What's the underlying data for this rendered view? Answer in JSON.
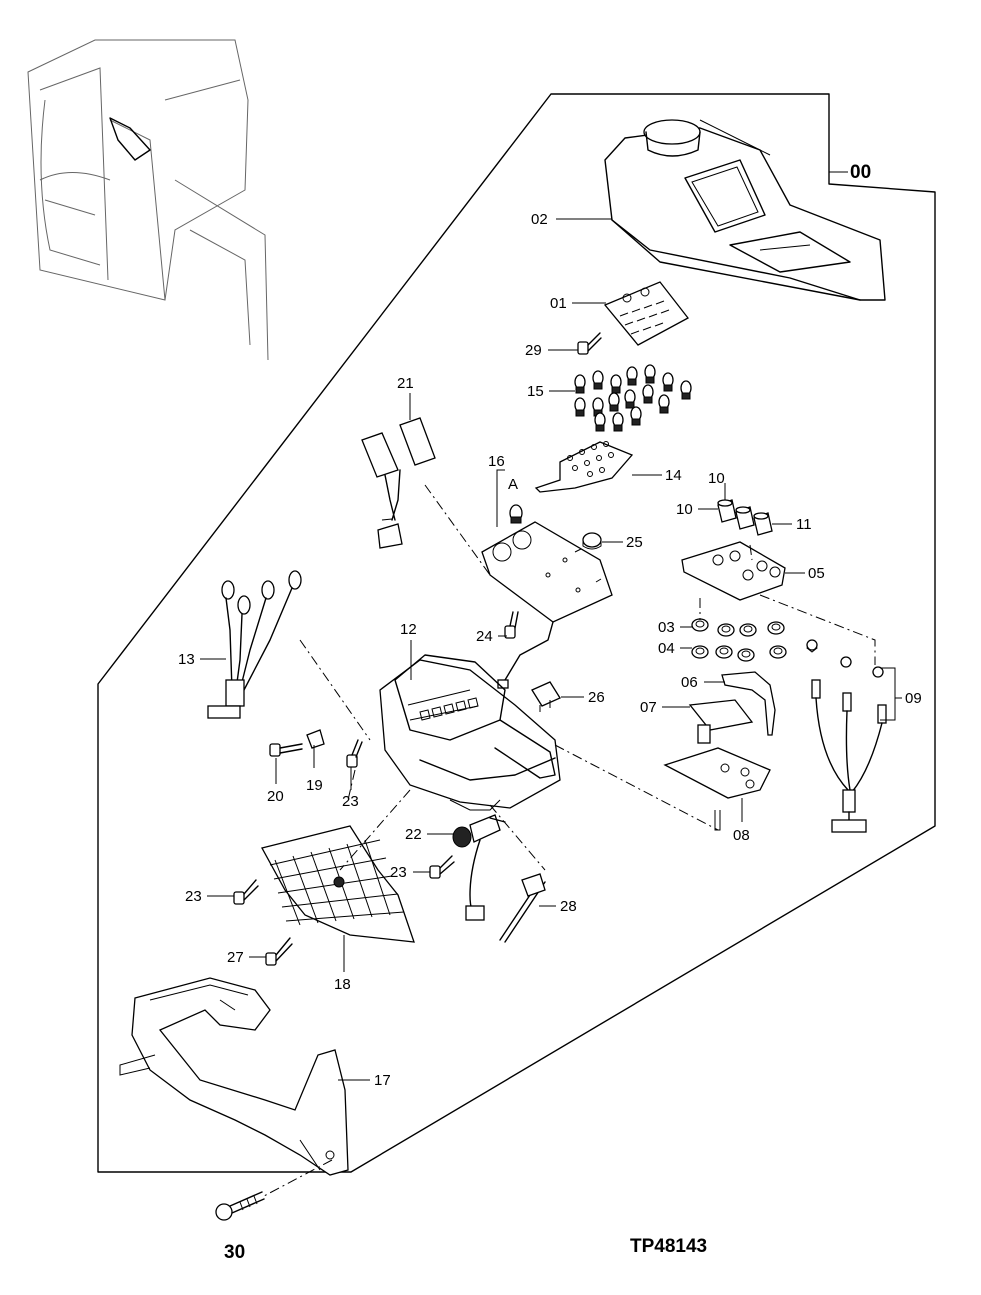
{
  "drawing_id": "TP48143",
  "assembly_label": "00",
  "detail_marker": "A",
  "callouts": {
    "c01": "01",
    "c02": "02",
    "c03": "03",
    "c04": "04",
    "c05": "05",
    "c06": "06",
    "c07": "07",
    "c08": "08",
    "c09": "09",
    "c10a": "10",
    "c10b": "10",
    "c11": "11",
    "c12": "12",
    "c13": "13",
    "c14": "14",
    "c15": "15",
    "c16": "16",
    "c17": "17",
    "c18": "18",
    "c19": "19",
    "c20": "20",
    "c21": "21",
    "c22": "22",
    "c23a": "23",
    "c23b": "23",
    "c23c": "23",
    "c24": "24",
    "c25": "25",
    "c26": "26",
    "c27": "27",
    "c28": "28",
    "c29": "29",
    "c30": "30"
  }
}
